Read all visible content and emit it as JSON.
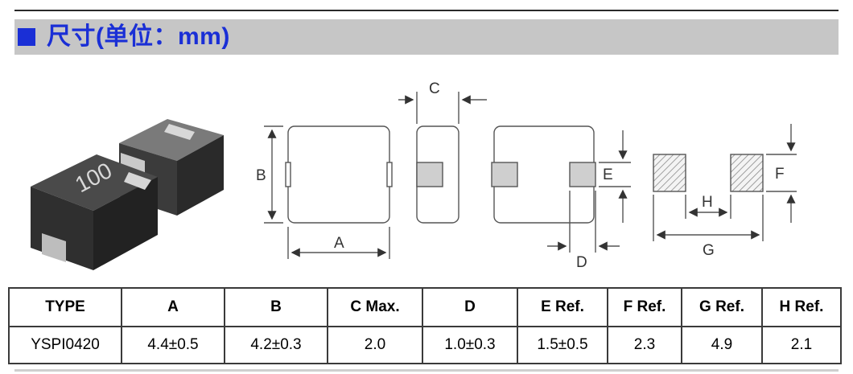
{
  "header": {
    "title": "尺寸(单位：mm)",
    "accent_color": "#1a2fd6",
    "bar_color": "#c6c6c6"
  },
  "photo": {
    "marking": "100",
    "icon": "inductor-component-photo"
  },
  "drawing": {
    "labels": {
      "a": "A",
      "b": "B",
      "c": "C",
      "d": "D",
      "e": "E",
      "f": "F",
      "g": "G",
      "h": "H"
    }
  },
  "table": {
    "headers": [
      "TYPE",
      "A",
      "B",
      "C Max.",
      "D",
      "E Ref.",
      "F Ref.",
      "G Ref.",
      "H Ref."
    ],
    "rows": [
      [
        "YSPI0420",
        "4.4±0.5",
        "4.2±0.3",
        "2.0",
        "1.0±0.3",
        "1.5±0.5",
        "2.3",
        "4.9",
        "2.1"
      ]
    ]
  }
}
